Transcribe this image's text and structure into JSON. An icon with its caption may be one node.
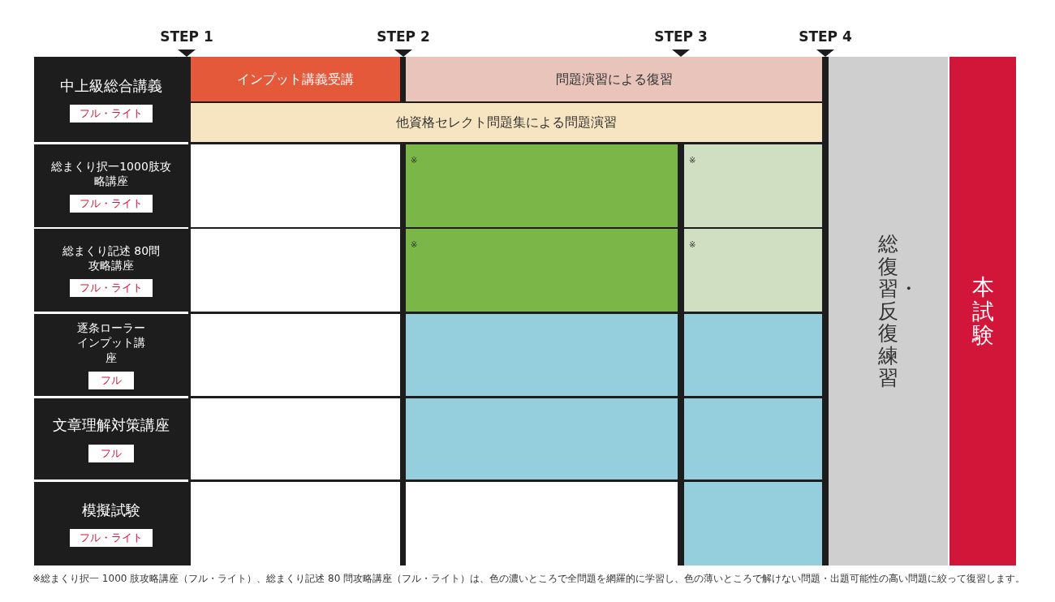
{
  "diagram": {
    "caption": "※総まくり択一 1000 肢攻略講座（フル・ライト）、総まくり記述 80 問攻略講座（フル・ライト）は、色の濃いところで全問題を網羅的に学習し、色の薄いところで解けない問題・出題可能性の高い問題に絞って復習します。",
    "nodes": [
      {
        "text": [
          "中上級総合講義"
        ]
      },
      {
        "text": [
          "フル・ライト"
        ],
        "in": 0
      },
      {
        "text": [
          "インプット講義受講"
        ]
      },
      {
        "text": [
          "問題演習による復習"
        ]
      },
      {
        "text": [
          "他資格セレクト問題集による問題演習"
        ]
      },
      {
        "text": [
          "総まくり択一1000肢攻略講座"
        ]
      },
      {
        "text": [
          "フル・ライト"
        ],
        "in": 5
      },
      {
        "text": [
          "※"
        ]
      },
      {
        "text": [
          "※"
        ]
      },
      {
        "text": [
          "総まくり記述 80問攻略講座"
        ]
      },
      {
        "text": [
          "フル・ライト"
        ],
        "in": 9
      },
      {
        "text": [
          "※"
        ]
      },
      {
        "text": [
          "※"
        ]
      },
      {
        "text": [
          "逐条ローラーインプット講座"
        ]
      },
      {
        "text": [
          "フル"
        ],
        "in": 13
      },
      {
        "text": [],
        "shape": "box"
      },
      {
        "text": [],
        "shape": "box"
      },
      {
        "text": [
          "文章理解対策講座"
        ]
      },
      {
        "text": [
          "フル"
        ],
        "in": 17
      },
      {
        "text": [],
        "shape": "box"
      },
      {
        "text": [],
        "shape": "box"
      },
      {
        "text": [
          "模擬試験"
        ]
      },
      {
        "text": [
          "フル・ライト"
        ],
        "in": 21
      },
      {
        "text": [],
        "shape": "box"
      },
      {
        "text": [
          "総復習・反復練習"
        ]
      },
      {
        "text": [
          "本試験"
        ]
      }
    ],
    "edges": [],
    "labels": [
      "STEP 1",
      "STEP 2",
      "STEP 3",
      "STEP 4"
    ]
  }
}
